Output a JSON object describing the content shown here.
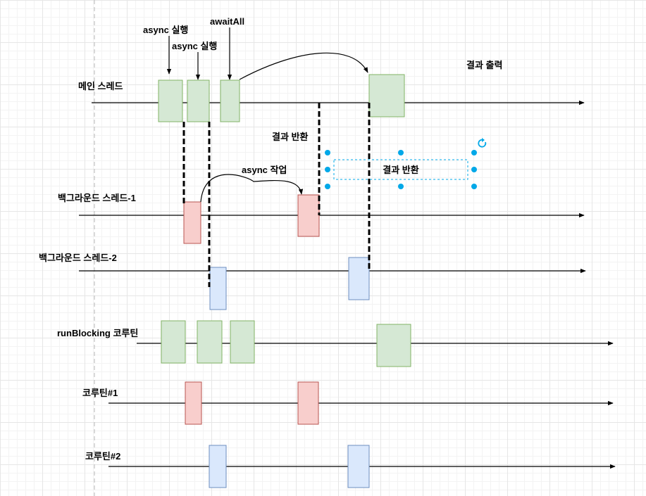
{
  "labels": {
    "async_exec_1": "async 실행",
    "async_exec_2": "async 실행",
    "await_all": "awaitAll",
    "result_output": "결과 출력",
    "main_thread": "메인 스레드",
    "result_return": "결과 반환",
    "async_work": "async 작업",
    "result_return_box": "결과 반환",
    "bg_thread_1": "백그라운드 스레드-1",
    "bg_thread_2": "백그라운드 스레드-2",
    "run_blocking": "runBlocking 코루틴",
    "coroutine_1": "코루틴#1",
    "coroutine_2": "코루틴#2"
  },
  "colors": {
    "green_fill": "#d5e8d4",
    "green_stroke": "#82b366",
    "red_fill": "#f8cecc",
    "red_stroke": "#b85450",
    "blue_fill": "#dae8fc",
    "blue_stroke": "#6c8ebf",
    "selection": "#00a8e8"
  },
  "icons": {
    "rotate_handle": "rotate-icon"
  }
}
